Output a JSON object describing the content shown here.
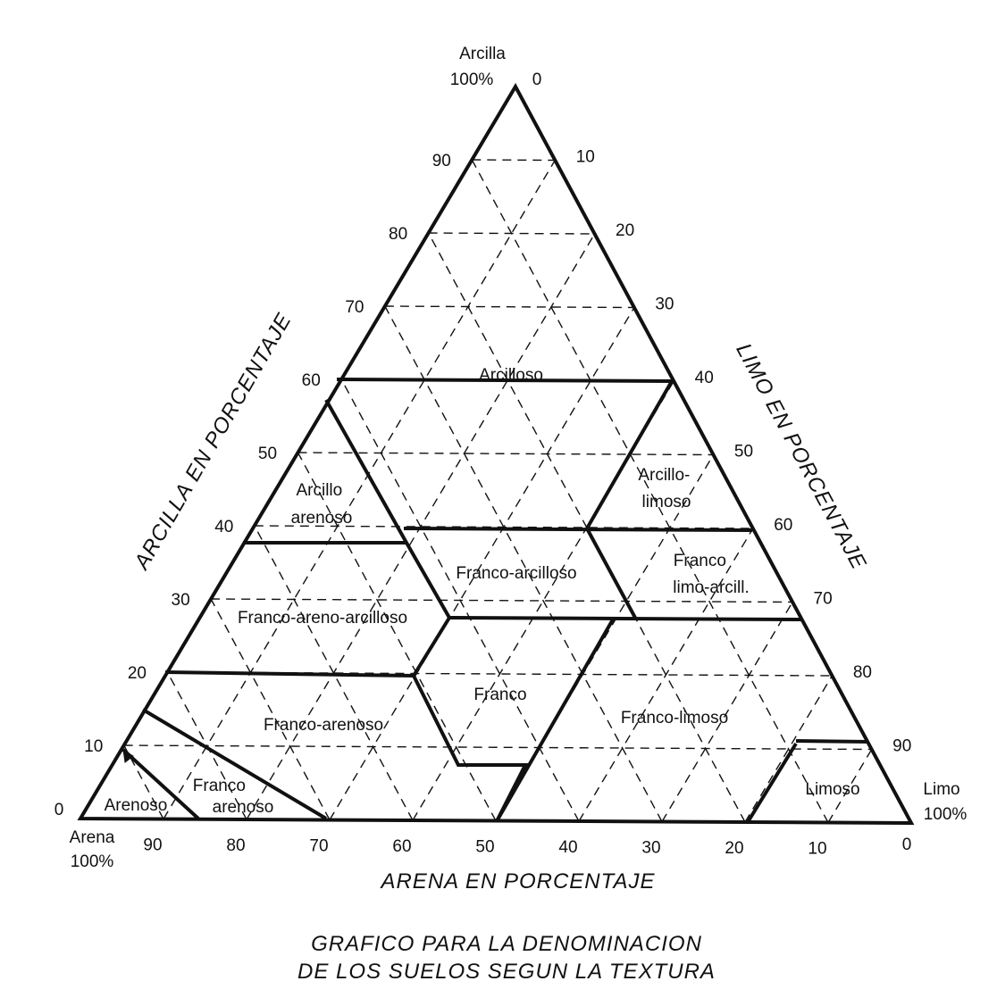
{
  "vertices": {
    "top": {
      "name": "Arcilla",
      "percent": "100%",
      "zero": "0"
    },
    "bottom_left": {
      "name": "Arena",
      "percent": "100%",
      "zero": "0"
    },
    "bottom_right": {
      "name": "Limo",
      "percent": "100%",
      "zero": "0"
    }
  },
  "axis_titles": {
    "clay": "ARCILLA EN PORCENTAJE",
    "silt": "LIMO EN PORCENTAJE",
    "sand": "ARENA EN PORCENTAJE"
  },
  "caption": {
    "line1": "GRAFICO PARA LA DENOMINACION",
    "line2": "DE LOS SUELOS SEGUN LA TEXTURA"
  },
  "ticks": {
    "clay": [
      "10",
      "20",
      "30",
      "40",
      "50",
      "60",
      "70",
      "80",
      "90"
    ],
    "silt": [
      "10",
      "20",
      "30",
      "40",
      "50",
      "60",
      "70",
      "80",
      "90"
    ],
    "sand": [
      "90",
      "80",
      "70",
      "60",
      "50",
      "40",
      "30",
      "20",
      "10"
    ]
  },
  "regions": [
    {
      "lines": [
        "Arcilloso"
      ]
    },
    {
      "lines": [
        "Arcillo-",
        "limoso"
      ]
    },
    {
      "lines": [
        "Arcillo",
        "arenoso"
      ]
    },
    {
      "lines": [
        "Franco-arcilloso"
      ]
    },
    {
      "lines": [
        "Franco",
        "limo-arcill."
      ]
    },
    {
      "lines": [
        "Franco-areno-arcilloso"
      ]
    },
    {
      "lines": [
        "Franco"
      ]
    },
    {
      "lines": [
        "Franco-arenoso"
      ]
    },
    {
      "lines": [
        "Franco-limoso"
      ]
    },
    {
      "lines": [
        "Arenoso"
      ]
    },
    {
      "lines": [
        "Franco",
        "arenoso"
      ]
    },
    {
      "lines": [
        "Limoso"
      ]
    }
  ],
  "colors": {
    "ink": "#111111",
    "paper": "#ffffff"
  }
}
